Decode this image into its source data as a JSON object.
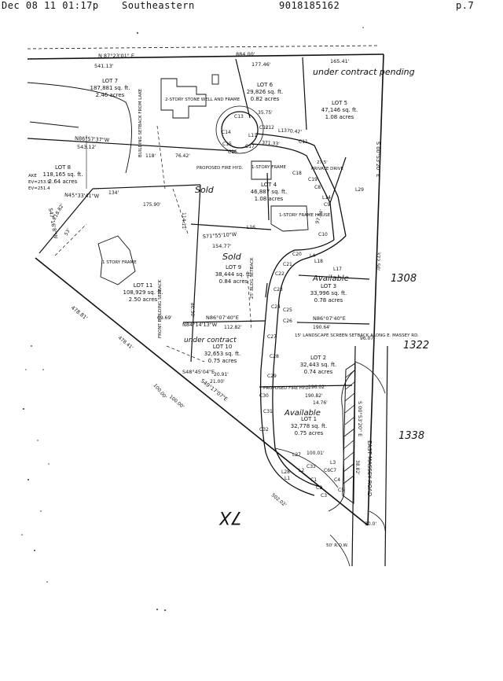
{
  "fax_header": {
    "timestamp": "Dec 08 11 01:17p",
    "sender": "Southeastern",
    "phone": "9018185162",
    "page": "p.7"
  },
  "lots": [
    {
      "name": "LOT 7",
      "area_sqft": "187,881 sq. ft.",
      "acres": "2.46 acres"
    },
    {
      "name": "LOT 6",
      "area_sqft": "29,826 sq. ft.",
      "acres": "0.82 acres"
    },
    {
      "name": "LOT 5",
      "area_sqft": "47,146 sq. ft.",
      "acres": "1.08 acres"
    },
    {
      "name": "LOT 4",
      "area_sqft": "46,887 sq. ft.",
      "acres": "1.08 acres"
    },
    {
      "name": "LOT 8",
      "area_sqft": "118,165 sq. ft.",
      "acres": "2.64 acres"
    },
    {
      "name": "LOT 9",
      "area_sqft": "38,444 sq. ft.",
      "acres": "0.84 acres"
    },
    {
      "name": "LOT 11",
      "area_sqft": "108,929 sq. ft.",
      "acres": "2.50 acres"
    },
    {
      "name": "LOT 3",
      "area_sqft": "33,996 sq. ft.",
      "acres": "0.78 acres"
    },
    {
      "name": "LOT 10",
      "area_sqft": "32,653 sq. ft.",
      "acres": "0.75 acres"
    },
    {
      "name": "LOT 2",
      "area_sqft": "32,443 sq. ft.",
      "acres": "0.74 acres"
    },
    {
      "name": "LOT 1",
      "area_sqft": "32,778 sq. ft.",
      "acres": "0.75 acres"
    }
  ],
  "handwritten": {
    "under_contract_pending": "under contract pending",
    "sold_1": "Sold",
    "sold_2": "Sold",
    "available_1": "Available",
    "under_contract": "under contract",
    "available_2": "Available",
    "num_1308": "1308",
    "num_1322": "1322",
    "num_1338": "1338",
    "mark_7x": "7X"
  },
  "bearings": {
    "top": "N 87°23'01\" E",
    "top_dist": "884.00'",
    "dist_54113": "541.13'",
    "dist_17746": "177.46'",
    "dist_16541": "165.41'",
    "n86": "N86°57'37\"W",
    "dist_54312": "543.12'",
    "s00_right": "S 00°53'20\" E",
    "dist_37250": "372.50'",
    "s71": "S71°55'10\"W",
    "dist_15477": "154.77'",
    "n86_07": "N86°07'40\"E",
    "n86_07b": "N86°07'40\"E",
    "s48": "S48°45'04\"E",
    "s49": "S49°17'07\"E",
    "n45": "N45°33'41\"W",
    "dist_47881": "478.81'",
    "s00_east": "S 00°53'20\" E",
    "n84": "N84°14'13\"W",
    "s47": "S47°16'8\"W"
  },
  "labels": {
    "building_setback_lake": "BUILDING SETBACK FROM LAKE",
    "private_drive": "PRIVATE DRIVE",
    "private_drive_width": "27.5'",
    "proposed_fire_hyd": "PROPOSED FIRE HYD.",
    "story_frame": "1-STORY FRAME",
    "story_frame_house": "1-STORY FRAME HOUSE",
    "two_story": "2-STORY STONE WELL AND FRAME",
    "one_story": "1 STORY FRAME",
    "landscape": "15' LANDSCAPE SCREEN SETBACK ALONG E. MASSEY RD.",
    "east_massey_road": "EAST MASSEY ROAD",
    "front_setback": "FRONT BUILDING SETBACK",
    "row_50": "50' R.O.W.",
    "setback_25": "25' BLDG SETBACK",
    "lake_elev": "AKE",
    "ev1": "EV=253.9",
    "ev2": "EV=251.4"
  },
  "curves": [
    "C13",
    "C14",
    "C15",
    "C16",
    "C17",
    "C11",
    "C12",
    "C18",
    "C19",
    "C8",
    "C9",
    "C10",
    "C20",
    "C21",
    "C22",
    "C23",
    "C24",
    "C25",
    "C26",
    "C27",
    "C28",
    "C29",
    "C30",
    "C31",
    "C32",
    "C33",
    "C1",
    "C2",
    "C3",
    "C4",
    "C5",
    "C6",
    "C7"
  ],
  "segment_labels": [
    "L12",
    "L13",
    "L11",
    "L14",
    "L17",
    "L18",
    "L16",
    "L4",
    "L3",
    "L2",
    "L1",
    "L29",
    "L28",
    "L27"
  ],
  "distances": [
    "70.42'",
    "371.33'",
    "35.75'",
    "76.42'",
    "118'",
    "134'",
    "175.90'",
    "114.11'",
    "97.34'",
    "53'",
    "80.30'",
    "69.69'",
    "112.82'",
    "190.64'",
    "190.82'",
    "196.02'",
    "100.00'",
    "100.01'",
    "21.00'",
    "20.91'",
    "218.82'",
    "96.07'",
    "38.82'",
    "30.0'",
    "478.41'",
    "502.02'",
    "100.00'",
    "14.76'"
  ]
}
